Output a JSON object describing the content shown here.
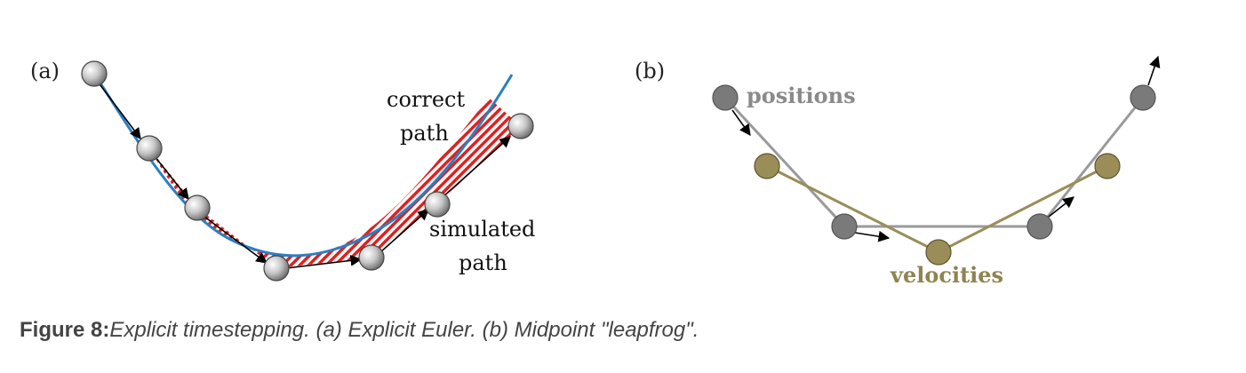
{
  "panel_a": {
    "label": "(a)",
    "correct_label_1": "correct",
    "correct_label_2": "path",
    "simulated_label_1": "simulated",
    "simulated_label_2": "path"
  },
  "panel_b": {
    "label": "(b)",
    "positions_label": "positions",
    "velocities_label": "velocities"
  },
  "caption": {
    "prefix": "Figure 8:",
    "text": "Explicit timestepping. (a) Explicit Euler. (b) Midpoint \"leapfrog\"."
  },
  "colors": {
    "correct_path": "#2a7fc4",
    "error_hatch": "#e02020",
    "position_node": "#7a7a7a",
    "velocity_node": "#9a8d58",
    "position_label": "#8a8a8a",
    "velocity_label": "#8f8350"
  }
}
